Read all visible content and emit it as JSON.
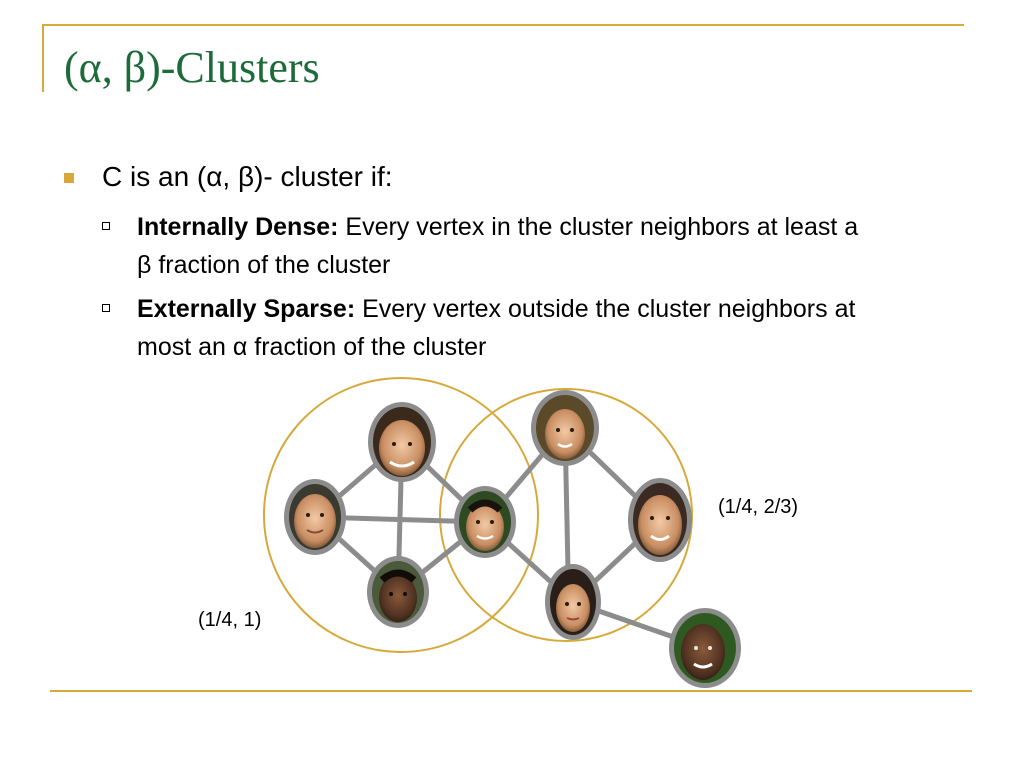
{
  "title": "(α, β)-Clusters",
  "bullet_main": "C is an (α, β)- cluster if:",
  "sub_bullets": [
    {
      "label": "Internally Dense:",
      "text": " Every vertex in the cluster neighbors at least a β fraction of the cluster"
    },
    {
      "label": "Externally Sparse:",
      "text": " Every vertex outside the cluster neighbors at most an α fraction of the cluster"
    }
  ],
  "diagram": {
    "left_cluster_label": "(1/4, 1)",
    "right_cluster_label": "(1/4, 2/3)"
  },
  "colors": {
    "title": "#1d6b3a",
    "accent": "#d7a93a",
    "edge": "#8c8c8c",
    "node_ring": "#8c8c8c"
  }
}
